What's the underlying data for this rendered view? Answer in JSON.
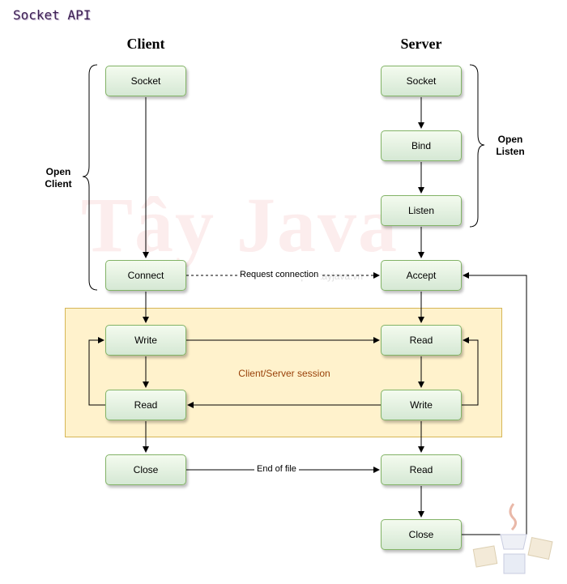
{
  "title": "Socket API",
  "columns": {
    "client": "Client",
    "server": "Server"
  },
  "brackets": {
    "client": "Open\nClient",
    "server": "Open\nListen"
  },
  "session_label": "Client/Server session",
  "watermark": {
    "main": "Tây Java",
    "sub": "https://tayjava.vn"
  },
  "client_nodes": {
    "socket": "Socket",
    "connect": "Connect",
    "write": "Write",
    "read": "Read",
    "close": "Close"
  },
  "server_nodes": {
    "socket": "Socket",
    "bind": "Bind",
    "listen": "Listen",
    "accept": "Accept",
    "read": "Read",
    "write": "Write",
    "read2": "Read",
    "close": "Close"
  },
  "edges": {
    "request_connection": "Request connection",
    "end_of_file": "End of file"
  },
  "colors": {
    "node_fill": "#d5e8d4",
    "node_border": "#82b366",
    "session_fill": "#fff2cc",
    "session_border": "#d6b656",
    "session_text": "#99420a"
  }
}
